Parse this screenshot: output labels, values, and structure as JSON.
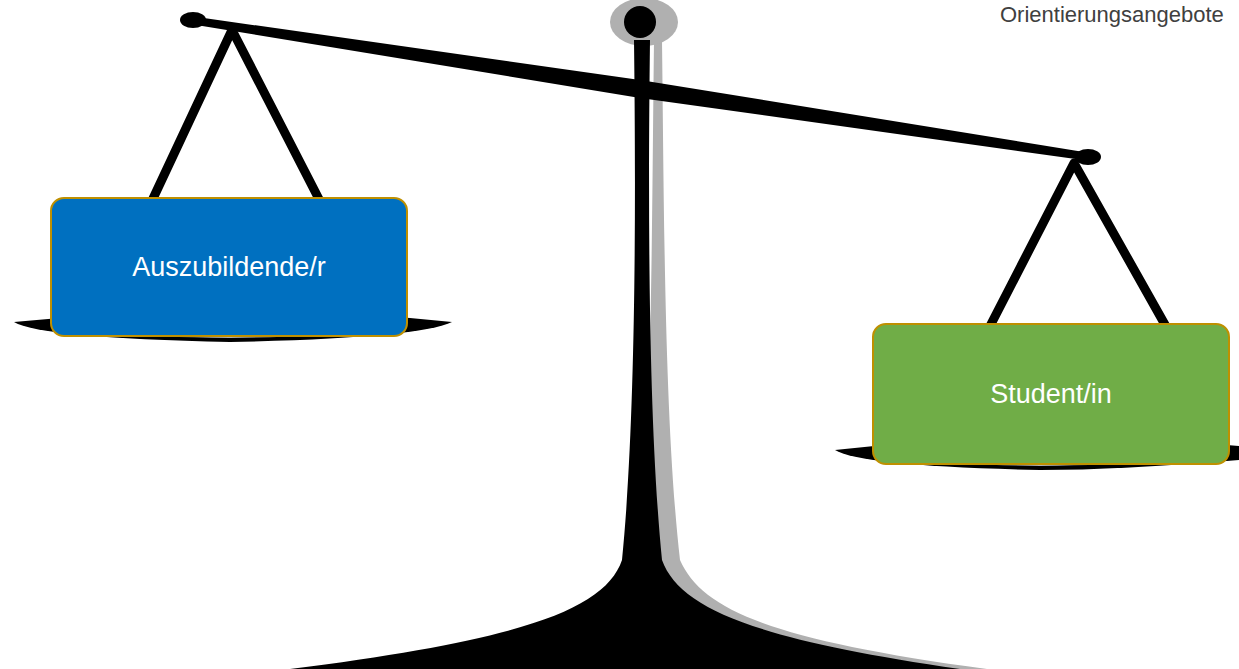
{
  "diagram": {
    "nodes": [
      {
        "text": [
          "Auszubildende/r"
        ]
      },
      {
        "text": [
          "Student/in"
        ]
      }
    ],
    "labels": [
      "Orientierungsangebote"
    ]
  }
}
